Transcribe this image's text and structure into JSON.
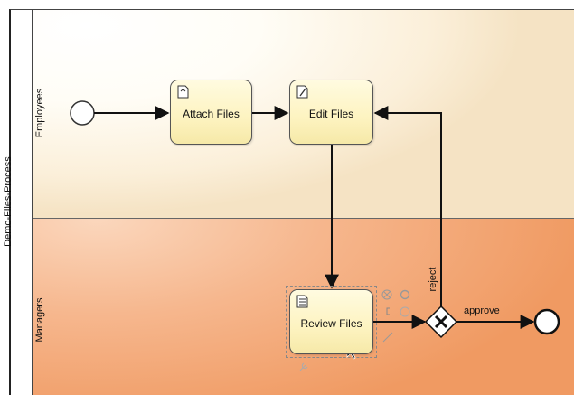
{
  "pool": {
    "name": "Demo-Files-Process"
  },
  "lanes": [
    {
      "name": "Employees"
    },
    {
      "name": "Managers"
    }
  ],
  "tasks": {
    "attach": {
      "label": "Attach Files",
      "icon": "upload-doc-icon"
    },
    "edit": {
      "label": "Edit Files",
      "icon": "edit-doc-icon"
    },
    "review": {
      "label": "Review Files",
      "icon": "review-list-icon"
    }
  },
  "gateway": {
    "symbol": "X",
    "icon": "exclusive-gateway-icon"
  },
  "flows": {
    "reject": "reject",
    "approve": "approve"
  },
  "colors": {
    "employees_lane": "#fdf4e3",
    "managers_lane": "#f4a974",
    "task_fill": "#fdf3c0",
    "stroke": "#111111"
  }
}
